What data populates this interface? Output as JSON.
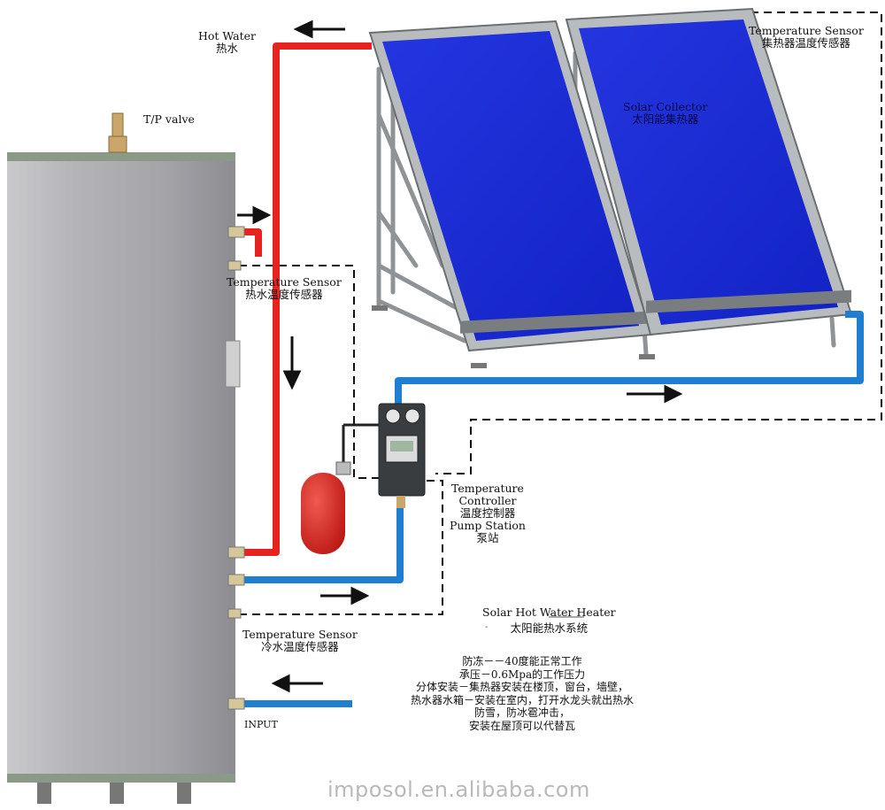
{
  "labels": {
    "hot_water_en": "Hot Water",
    "hot_water_cn": "热水",
    "tp_valve": "T/P valve",
    "collector_sensor_en": "Temperature Sensor",
    "collector_sensor_cn": "集热器温度传感器",
    "solar_collector_en": "Solar Collector",
    "solar_collector_cn": "太阳能集热器",
    "hot_sensor_en": "Temperature Sensor",
    "hot_sensor_cn": "热水温度传感器",
    "controller_line1": "Temperature",
    "controller_line2": "Controller",
    "controller_cn": "温度控制器",
    "pump_station_en": "Pump Station",
    "pump_station_cn": "泵站",
    "system_title_en": "Solar Hot Water Heater",
    "system_title_cn": "太阳能热水系统",
    "cold_sensor_en": "Temperature Sensor",
    "cold_sensor_cn": "冷水温度传感器",
    "input": "INPUT"
  },
  "notes": [
    "防冻－－40度能正常工作",
    "承压－0.6Mpa的工作压力",
    "分体安装－集热器安装在楼顶，窗台，墙壁，",
    "热水器水箱－安装在室内，打开水龙头就出热水",
    "防雪，防冰雹冲击，",
    "安装在屋顶可以代替瓦"
  ],
  "watermark": "imposol.en.alibaba.com",
  "colors": {
    "hot_pipe": "#e8231f",
    "cold_pipe": "#1e7fd0",
    "panel": "#1a2fd6",
    "tank": "#a9a9ad",
    "expansion_tank": "#d8201c",
    "sensor_line": "#111111"
  }
}
